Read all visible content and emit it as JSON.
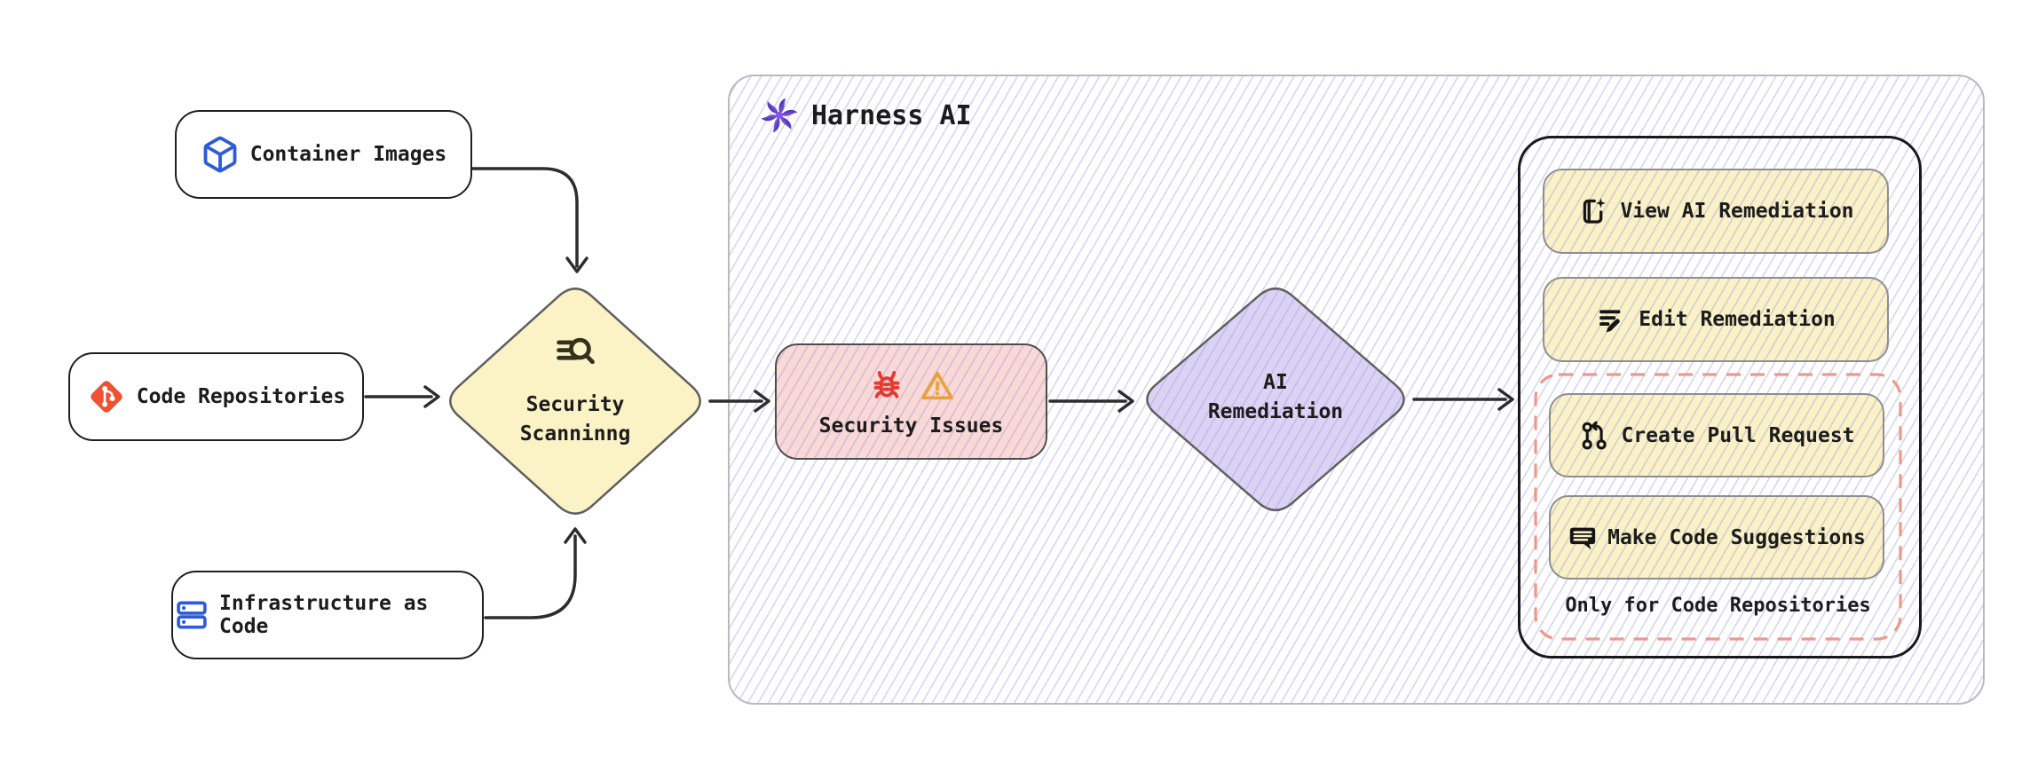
{
  "sources": {
    "container_images": "Container Images",
    "code_repositories": "Code Repositories",
    "infrastructure_as_code": "Infrastructure as Code"
  },
  "scanning": {
    "line1": "Security",
    "line2": "Scanninng"
  },
  "harness": {
    "title": "Harness AI"
  },
  "issues": {
    "label": "Security Issues"
  },
  "remediation": {
    "line1": "AI",
    "line2": "Remediation"
  },
  "actions": {
    "view": "View AI Remediation",
    "edit": "Edit Remediation",
    "create_pr": "Create Pull Request",
    "suggestions": "Make Code Suggestions",
    "note": "Only for Code Repositories"
  },
  "colors": {
    "node_yellow": "#faf1c6",
    "node_pink": "#f9d8d5",
    "node_purple": "#dcd3f4",
    "dashed_salmon": "#f0978a",
    "hatch_line": "#9494de",
    "icon_blue": "#2e5cd8",
    "git_red": "#f05133",
    "bug_red": "#e23b32",
    "warning_orange": "#e9a23b",
    "harness_purple_dark": "#31129e",
    "harness_purple_light": "#9a79f5",
    "arrow": "#2d2d2d"
  }
}
